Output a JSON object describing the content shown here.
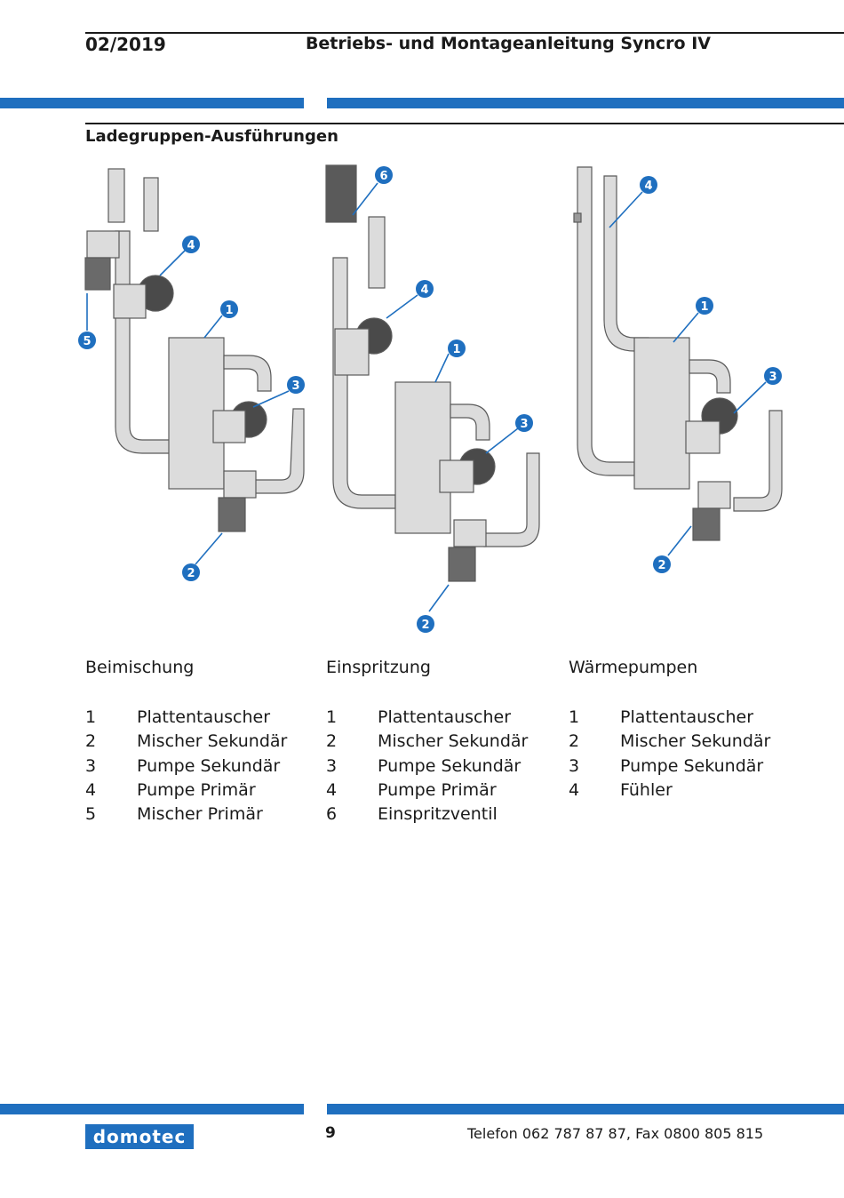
{
  "header": {
    "date": "02/2019",
    "title": "Betriebs- und Montageanleitung Syncro IV"
  },
  "section": {
    "title": "Ladegruppen-Ausführungen"
  },
  "colors": {
    "accent": "#1f6fbf",
    "metal": "#dcdcdc",
    "metal_dark": "#5a5a5a",
    "text": "#1a1a1a"
  },
  "figures": [
    {
      "callouts": [
        "1",
        "2",
        "3",
        "4",
        "5"
      ]
    },
    {
      "callouts": [
        "1",
        "2",
        "3",
        "4",
        "6"
      ]
    },
    {
      "callouts": [
        "1",
        "2",
        "3",
        "4"
      ]
    }
  ],
  "columns": [
    {
      "title": "Beimischung",
      "items": [
        {
          "num": "1",
          "label": "Plattentauscher"
        },
        {
          "num": "2",
          "label": "Mischer Sekundär"
        },
        {
          "num": "3",
          "label": "Pumpe Sekundär"
        },
        {
          "num": "4",
          "label": "Pumpe Primär"
        },
        {
          "num": "5",
          "label": "Mischer Primär"
        }
      ]
    },
    {
      "title": "Einspritzung",
      "items": [
        {
          "num": "1",
          "label": "Plattentauscher"
        },
        {
          "num": "2",
          "label": "Mischer Sekundär"
        },
        {
          "num": "3",
          "label": "Pumpe Sekundär"
        },
        {
          "num": "4",
          "label": "Pumpe Primär"
        },
        {
          "num": "6",
          "label": "Einspritzventil"
        }
      ]
    },
    {
      "title": "Wärmepumpen",
      "items": [
        {
          "num": "1",
          "label": "Plattentauscher"
        },
        {
          "num": "2",
          "label": "Mischer Sekundär"
        },
        {
          "num": "3",
          "label": "Pumpe Sekundär"
        },
        {
          "num": "4",
          "label": "Fühler"
        }
      ]
    }
  ],
  "footer": {
    "logo": "domotec",
    "page": "9",
    "contact": "Telefon 062 787 87 87, Fax 0800 805 815"
  }
}
